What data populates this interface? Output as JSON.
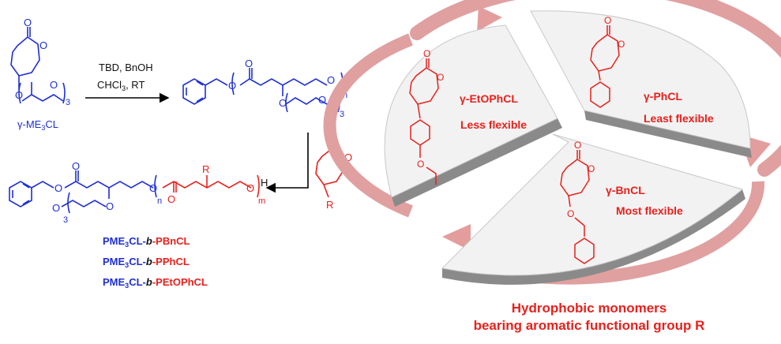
{
  "monomer_initiator": {
    "name_prefix": "γ-ME",
    "name_sub": "3",
    "name_suffix": "CL"
  },
  "reaction_conditions": {
    "line1": "TBD, BnOH",
    "line2_prefix": "CHCl",
    "line2_sub": "3",
    "line2_suffix": ", RT"
  },
  "structure_labels": {
    "subscript_3": "3",
    "subscript_n": "n",
    "subscript_m": "m",
    "R": "R",
    "H": "H",
    "O": "O"
  },
  "copolymers": [
    {
      "prefix": "PME",
      "sub": "3",
      "mid": "CL-",
      "italic": "b",
      "dash": "-",
      "block": "PBnCL"
    },
    {
      "prefix": "PME",
      "sub": "3",
      "mid": "CL-",
      "italic": "b",
      "dash": "-",
      "block": "PPhCL"
    },
    {
      "prefix": "PME",
      "sub": "3",
      "mid": "CL-",
      "italic": "b",
      "dash": "-",
      "block": "PEtOPhCL"
    }
  ],
  "monomers": [
    {
      "name": "γ-EtOPhCL",
      "flexibility": "Less flexible"
    },
    {
      "name": "γ-PhCL",
      "flexibility": "Least flexible"
    },
    {
      "name": "γ-BnCL",
      "flexibility": "Most flexible"
    }
  ],
  "caption": {
    "line1": "Hydrophobic monomers",
    "line2": "bearing aromatic functional group R"
  },
  "colors": {
    "blue": "#1f2fd6",
    "red": "#e8201c",
    "arrow_ring": "#e5a3a3",
    "slice_top": "#f0f0f0",
    "slice_side": "#8a8a8a"
  }
}
